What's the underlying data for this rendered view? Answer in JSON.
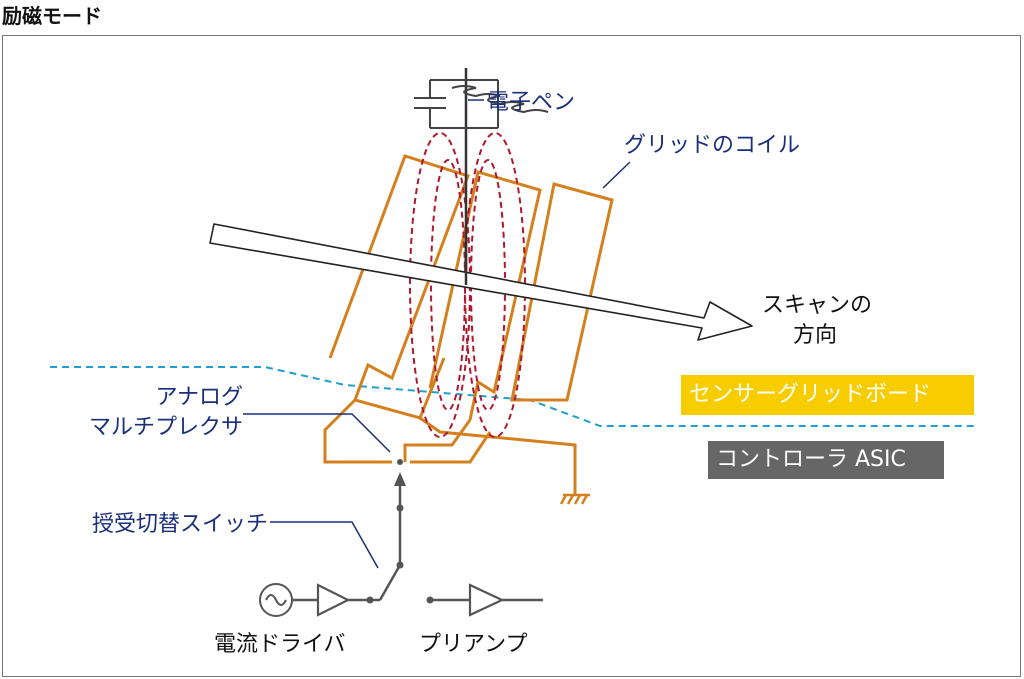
{
  "header": {
    "title": "励磁モード"
  },
  "labels": {
    "pen": "電子ペン",
    "grid_coil": "グリッドのコイル",
    "scan_line1": "スキャンの",
    "scan_line2": "方向",
    "mux_line1": "アナログ",
    "mux_line2": "マルチプレクサ",
    "switch": "授受切替スイッチ",
    "driver": "電流ドライバ",
    "preamp": "プリアンプ"
  },
  "badges": {
    "sensor_board": "センサーグリッドボード",
    "controller": "コントローラ ASIC"
  },
  "colors": {
    "coil": "#d4801e",
    "field": "#b0182e",
    "board_line": "#1fa0d0",
    "label_blue": "#1a2f7a",
    "wire": "#555555",
    "badge_yellow": "#f7cd00",
    "badge_gray": "#666666"
  }
}
